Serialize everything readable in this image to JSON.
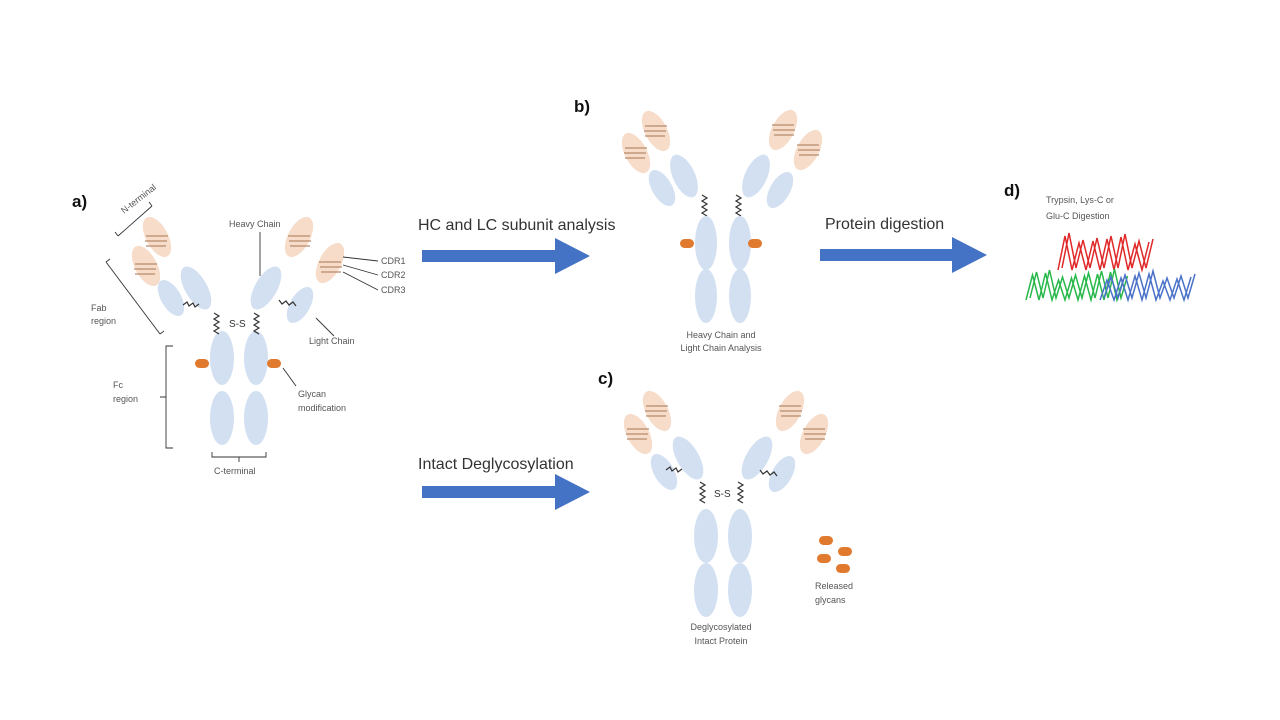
{
  "panels": {
    "a": {
      "tag": "a)",
      "n_terminal": "N-terminal",
      "heavy_chain": "Heavy Chain",
      "cdr1": "CDR1",
      "cdr2": "CDR2",
      "cdr3": "CDR3",
      "fab_line1": "Fab",
      "fab_line2": "region",
      "light_chain": "Light Chain",
      "fc_line1": "Fc",
      "fc_line2": "region",
      "glycan_line1": "Glycan",
      "glycan_line2": "modification",
      "c_terminal": "C-terminal",
      "ss_bond": "S-S"
    },
    "b": {
      "tag": "b)",
      "caption_line1": "Heavy Chain and",
      "caption_line2": "Light Chain Analysis"
    },
    "c": {
      "tag": "c)",
      "ss_bond": "S-S",
      "caption_line1": "Deglycosylated",
      "caption_line2": "Intact Protein",
      "released_line1": "Released",
      "released_line2": "glycans"
    },
    "d": {
      "tag": "d)",
      "caption_line1": "Trypsin, Lys-C or",
      "caption_line2": "Glu-C Digestion"
    }
  },
  "arrows": {
    "subunit": "HC and LC subunit analysis",
    "digestion": "Protein digestion",
    "deglyco": "Intact Deglycosylation"
  },
  "colors": {
    "chain": "#d3e0f2",
    "variable": "#f6dcc9",
    "glycan": "#e07a2e",
    "arrow": "#4472c4",
    "peak_red": "#e02828",
    "peak_green": "#28b84a",
    "peak_blue": "#4a72c8"
  }
}
